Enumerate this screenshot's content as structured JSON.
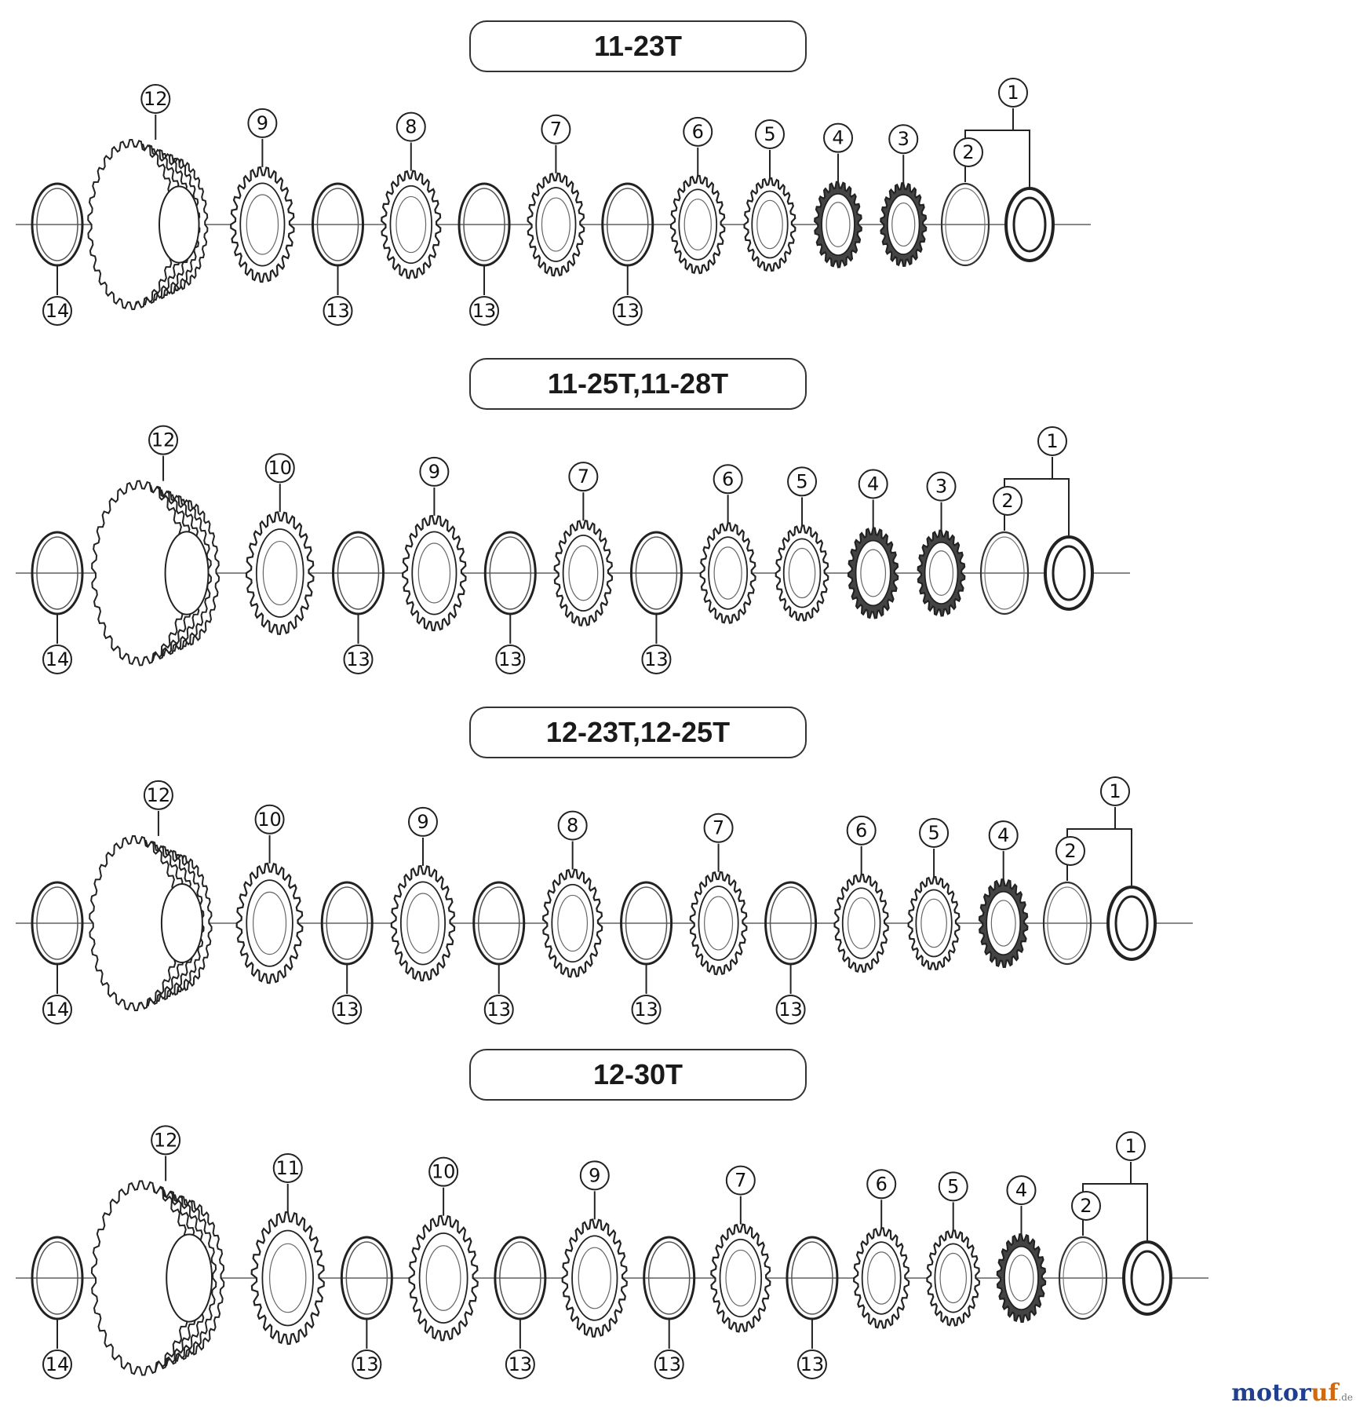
{
  "rows": [
    {
      "title": "11-23T",
      "parts": [
        {
          "kind": "spacer",
          "label": "14"
        },
        {
          "kind": "cluster",
          "label": "12",
          "size": 1.0
        },
        {
          "kind": "sprocket",
          "label": "9",
          "size": 0.86
        },
        {
          "kind": "spacer",
          "label": "13"
        },
        {
          "kind": "sprocket",
          "label": "8",
          "size": 0.8
        },
        {
          "kind": "spacer",
          "label": "13"
        },
        {
          "kind": "sprocket",
          "label": "7",
          "size": 0.76
        },
        {
          "kind": "spacer",
          "label": "13"
        },
        {
          "kind": "sprocket",
          "label": "6",
          "size": 0.72
        },
        {
          "kind": "sprocket",
          "label": "5",
          "size": 0.68
        },
        {
          "kind": "sprocket",
          "label": "4",
          "size": 0.62,
          "dark": true
        },
        {
          "kind": "sprocket",
          "label": "3",
          "size": 0.6,
          "dark": true
        },
        {
          "kind": "lockring",
          "label": "1",
          "sub": "2"
        }
      ]
    },
    {
      "title": "11-25T,11-28T",
      "parts": [
        {
          "kind": "spacer",
          "label": "14"
        },
        {
          "kind": "cluster",
          "label": "12",
          "size": 1.12
        },
        {
          "kind": "sprocket",
          "label": "10",
          "size": 0.92
        },
        {
          "kind": "spacer",
          "label": "13"
        },
        {
          "kind": "sprocket",
          "label": "9",
          "size": 0.86
        },
        {
          "kind": "spacer",
          "label": "13"
        },
        {
          "kind": "sprocket",
          "label": "7",
          "size": 0.78
        },
        {
          "kind": "spacer",
          "label": "13"
        },
        {
          "kind": "sprocket",
          "label": "6",
          "size": 0.74
        },
        {
          "kind": "sprocket",
          "label": "5",
          "size": 0.7
        },
        {
          "kind": "sprocket",
          "label": "4",
          "size": 0.66,
          "dark": true
        },
        {
          "kind": "sprocket",
          "label": "3",
          "size": 0.62,
          "dark": true
        },
        {
          "kind": "lockring",
          "label": "1",
          "sub": "2"
        }
      ]
    },
    {
      "title": "12-23T,12-25T",
      "parts": [
        {
          "kind": "spacer",
          "label": "14"
        },
        {
          "kind": "cluster",
          "label": "12",
          "size": 1.04
        },
        {
          "kind": "sprocket",
          "label": "10",
          "size": 0.9
        },
        {
          "kind": "spacer",
          "label": "13"
        },
        {
          "kind": "sprocket",
          "label": "9",
          "size": 0.86
        },
        {
          "kind": "spacer",
          "label": "13"
        },
        {
          "kind": "sprocket",
          "label": "8",
          "size": 0.8
        },
        {
          "kind": "spacer",
          "label": "13"
        },
        {
          "kind": "sprocket",
          "label": "7",
          "size": 0.76
        },
        {
          "kind": "spacer",
          "label": "13"
        },
        {
          "kind": "sprocket",
          "label": "6",
          "size": 0.72
        },
        {
          "kind": "sprocket",
          "label": "5",
          "size": 0.68
        },
        {
          "kind": "sprocket",
          "label": "4",
          "size": 0.64,
          "dark": true
        },
        {
          "kind": "lockring",
          "label": "1",
          "sub": "2"
        }
      ]
    },
    {
      "title": "12-30T",
      "parts": [
        {
          "kind": "spacer",
          "label": "14"
        },
        {
          "kind": "cluster",
          "label": "12",
          "size": 1.2
        },
        {
          "kind": "sprocket",
          "label": "11",
          "size": 1.0
        },
        {
          "kind": "spacer",
          "label": "13"
        },
        {
          "kind": "sprocket",
          "label": "10",
          "size": 0.94
        },
        {
          "kind": "spacer",
          "label": "13"
        },
        {
          "kind": "sprocket",
          "label": "9",
          "size": 0.88
        },
        {
          "kind": "spacer",
          "label": "13"
        },
        {
          "kind": "sprocket",
          "label": "7",
          "size": 0.8
        },
        {
          "kind": "spacer",
          "label": "13"
        },
        {
          "kind": "sprocket",
          "label": "6",
          "size": 0.74
        },
        {
          "kind": "sprocket",
          "label": "5",
          "size": 0.7
        },
        {
          "kind": "sprocket",
          "label": "4",
          "size": 0.64,
          "dark": true
        },
        {
          "kind": "lockring",
          "label": "1",
          "sub": "2"
        }
      ]
    }
  ],
  "watermark": {
    "part_a": "motor",
    "part_b": "uf",
    "suffix": ".de"
  }
}
